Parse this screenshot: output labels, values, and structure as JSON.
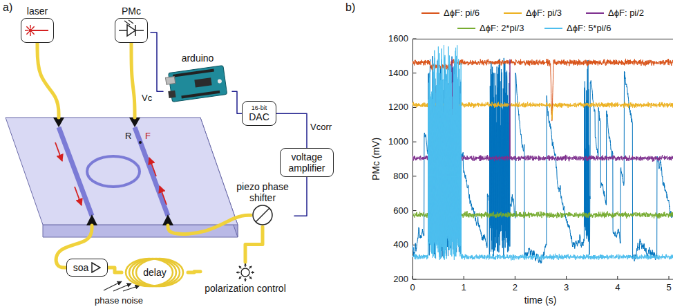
{
  "diagram": {
    "nodes": [
      {
        "text": [
          "laser"
        ]
      },
      {
        "text": [
          "PMc"
        ]
      },
      {
        "text": [
          "arduino"
        ]
      },
      {
        "text": [
          "16-bit",
          "DAC"
        ]
      },
      {
        "text": [
          "voltage amplifier"
        ]
      },
      {
        "text": [
          "piezo phase shifter"
        ]
      },
      {
        "text": [
          "soa"
        ]
      },
      {
        "text": [
          "delay"
        ]
      },
      {
        "text": [
          "polarization control"
        ]
      }
    ],
    "edges": [
      {
        "from": 1,
        "to": 2,
        "arrow": "none",
        "label": "Vc"
      },
      {
        "from": 2,
        "to": 3,
        "arrow": "none"
      },
      {
        "from": 3,
        "to": 4,
        "arrow": "none",
        "label": "Vcorr"
      },
      {
        "from": 4,
        "to": 5,
        "arrow": "none"
      },
      {
        "from": 6,
        "to": 7,
        "arrow": "none"
      },
      {
        "from": 7,
        "to": 8,
        "arrow": "none"
      },
      {
        "from": 8,
        "to": 5,
        "arrow": "none"
      }
    ],
    "labels": [
      "a)",
      "R",
      "F",
      "phase noise",
      "b)",
      "1600",
      "1400",
      "1200",
      "1000",
      "800",
      "600",
      "400",
      "200",
      "0",
      "1",
      "2",
      "3",
      "4",
      "5",
      "PMc (mV)",
      "time (s)"
    ],
    "legend": [
      {
        "text": "ΔϕF: pi/6"
      },
      {
        "text": "ΔϕF: pi/3"
      },
      {
        "text": "ΔϕF: pi/2"
      },
      {
        "text": "ΔϕF: 2*pi/3"
      },
      {
        "text": "ΔϕF: 5*pi/6"
      }
    ]
  }
}
